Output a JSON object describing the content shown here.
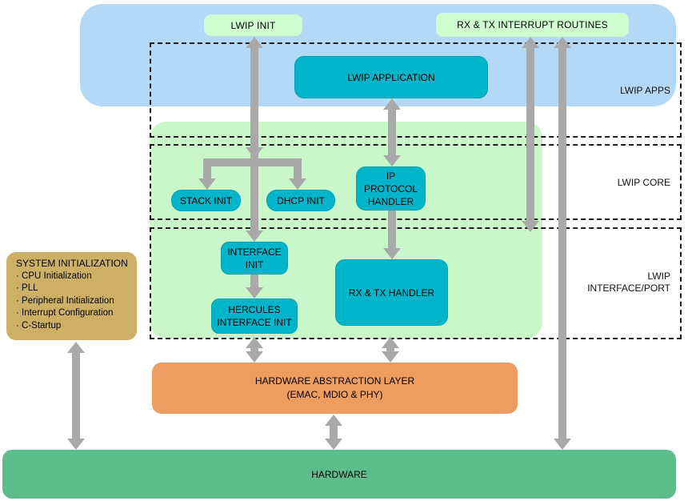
{
  "diagram": {
    "pills": {
      "lwip_init": "LWIP INIT",
      "rx_tx_interrupt_routines": "RX & TX INTERRUPT ROUTINES"
    },
    "regions": {
      "apps_label": "LWIP APPS",
      "core_label": "LWIP CORE",
      "interface_label": "LWIP\nINTERFACE/PORT"
    },
    "boxes": {
      "lwip_application": "LWIP APPLICATION",
      "stack_init": "STACK INIT",
      "dhcp_init": "DHCP INIT",
      "ip_protocol_handler": "IP\nPROTOCOL\nHANDLER",
      "interface_init": "INTERFACE\nINIT",
      "hercules_interface_init": "HERCULES\nINTERFACE INIT",
      "rx_tx_handler": "RX & TX HANDLER"
    },
    "system_initialization": {
      "title": "SYSTEM INITIALIZATION",
      "items": [
        "· CPU Initialization",
        "· PLL",
        "· Peripheral Initialization",
        "· Interrupt Configuration",
        "· C-Startup"
      ]
    },
    "hal_label": "HARDWARE ABSTRACTION LAYER\n(EMAC, MDIO & PHY)",
    "hardware_label": "HARDWARE"
  },
  "colors": {
    "blue_region": "#B4D9F7",
    "green_region": "#C9F7C9",
    "pill_green": "#CFFFCF",
    "teal_fill": "#00B4C9",
    "teal_border": "#00A2B6",
    "tan_box": "#CDB066",
    "orange_box": "#EE9D61",
    "hardware_green": "#5EBE8B",
    "arrow_gray": "#A9A9A9",
    "dash": "#1C1C1C"
  }
}
